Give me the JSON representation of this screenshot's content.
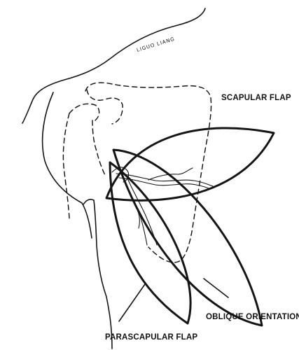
{
  "signature": "LIGUO LIANG",
  "labels": {
    "scapular_flap": "SCAPULAR FLAP",
    "oblique_orientation": "OBLIQUE ORIENTATION",
    "parascapular_flap": "PARASCAPULAR FLAP"
  }
}
